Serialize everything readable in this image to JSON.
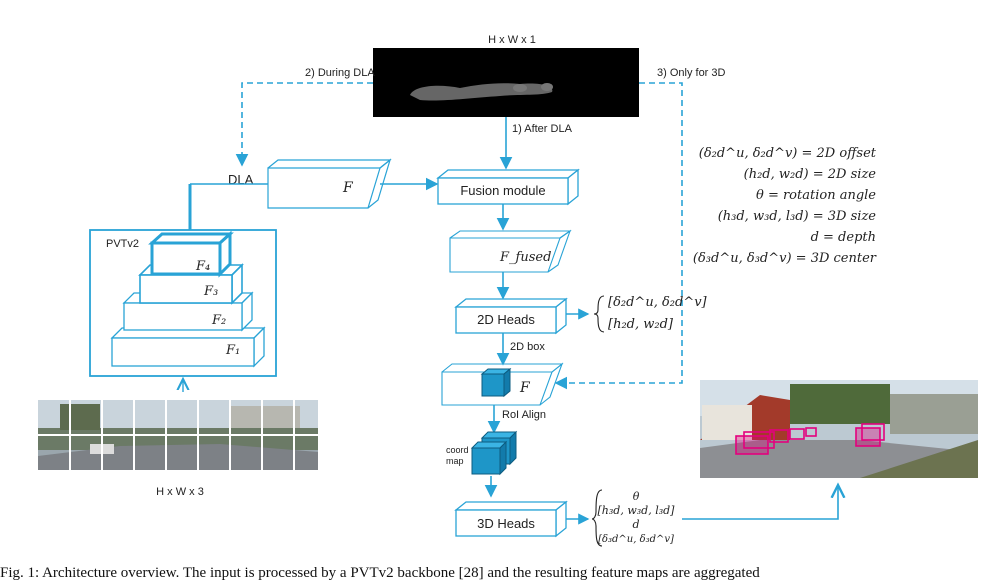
{
  "colors": {
    "accent": "#29a3d6",
    "fill_dark": "#1e96c8",
    "mask": "#000000",
    "box": "#e3017e"
  },
  "mask": {
    "title": "H x W x 1"
  },
  "arrows": {
    "during_dla": "2) During DLA",
    "only_3d": "3) Only for 3D",
    "after_dla": "1) After DLA",
    "box_2d": "2D box",
    "roi_align": "RoI Align"
  },
  "dla": {
    "label": "DLA",
    "feature": "F"
  },
  "fusion": {
    "label": "Fusion module"
  },
  "fused": {
    "label": "F_fused"
  },
  "heads2d": {
    "label": "2D Heads",
    "out_line1": "[δ₂d^u, δ₂d^v]",
    "out_line2": "[h₂d, w₂d]"
  },
  "roi": {
    "feature": "F",
    "coord_map": "coord",
    "coord_map2": "map"
  },
  "heads3d": {
    "label": "3D Heads",
    "out_line1": "θ",
    "out_line2": "[h₃d, w₃d, l₃d]",
    "out_line3": "d",
    "out_line4": "[δ₃d^u, δ₃d^v]"
  },
  "backbone": {
    "label": "PVTv2",
    "f4": "F₄",
    "f3": "F₃",
    "f2": "F₂",
    "f1": "F₁",
    "input_size": "H x W x 3"
  },
  "legend": [
    "(δ₂d^u, δ₂d^v) = 2D offset",
    "(h₂d, w₂d) = 2D size",
    "θ = rotation angle",
    "(h₃d, w₃d, l₃d) = 3D size",
    "d = depth",
    "(δ₃d^u, δ₃d^v) = 3D center"
  ],
  "caption": "Fig. 1: Architecture overview. The input is processed by a PVTv2 backbone [28] and the resulting feature maps are aggregated"
}
